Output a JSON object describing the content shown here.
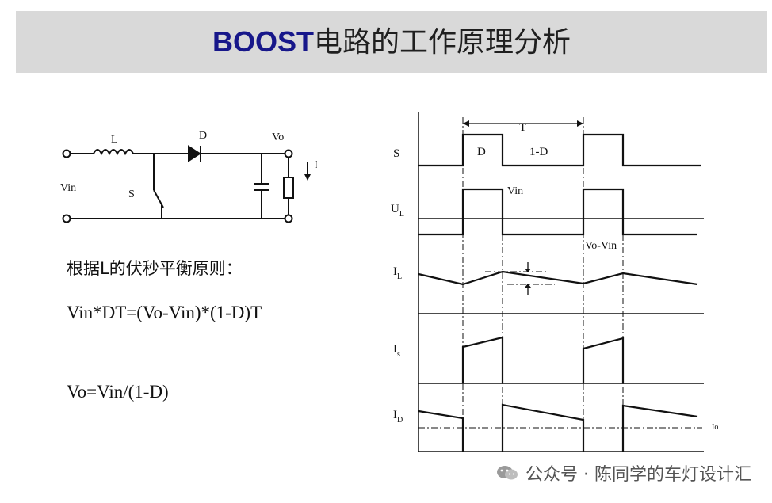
{
  "title": {
    "latin": "BOOST",
    "cjk": "电路的工作原理分析"
  },
  "circuit": {
    "inductor_label": "L",
    "diode_label": "D",
    "output_label": "Vo",
    "input_label": "Vin",
    "switch_label": "S",
    "current_label": "Io"
  },
  "text": {
    "principle": "根据L的伏秒平衡原则：",
    "eq1": "Vin*DT=(Vo-Vin)*(1-D)T",
    "eq2": "Vo=Vin/(1-D)"
  },
  "waveforms": {
    "period_label": "T",
    "duty_label": "D",
    "off_label": "1-D",
    "s_label": "S",
    "ul_label": "U",
    "ul_sub": "L",
    "il_label": "I",
    "il_sub": "L",
    "is_label": "I",
    "is_sub": "s",
    "id_label": "I",
    "id_sub": "D",
    "vin_label": "Vin",
    "vovin_label": "Vo-Vin",
    "io_label": "Io"
  },
  "watermark": {
    "text": "公众号 · 陈同学的车灯设计汇",
    "icon": "wechat-icon"
  }
}
